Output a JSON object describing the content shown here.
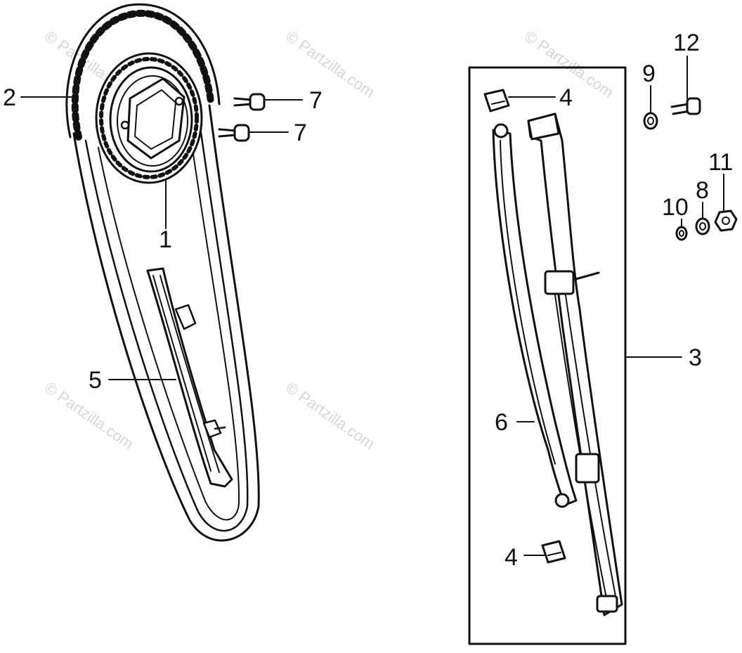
{
  "watermark": "© Partzilla.com",
  "callouts": [
    {
      "id": "cam-sprocket",
      "label": "1"
    },
    {
      "id": "cam-chain",
      "label": "2"
    },
    {
      "id": "tensioner-assembly",
      "label": "3"
    },
    {
      "id": "cushion-top",
      "label": "4"
    },
    {
      "id": "cushion-bottom",
      "label": "4"
    },
    {
      "id": "chain-guide",
      "label": "5"
    },
    {
      "id": "chain-slipper",
      "label": "6"
    },
    {
      "id": "sprocket-bolt-upper",
      "label": "7"
    },
    {
      "id": "sprocket-bolt-lower",
      "label": "7"
    },
    {
      "id": "washer-8",
      "label": "8"
    },
    {
      "id": "washer-9",
      "label": "9"
    },
    {
      "id": "washer-10",
      "label": "10"
    },
    {
      "id": "nut-11",
      "label": "11"
    },
    {
      "id": "bolt-12",
      "label": "12"
    }
  ]
}
